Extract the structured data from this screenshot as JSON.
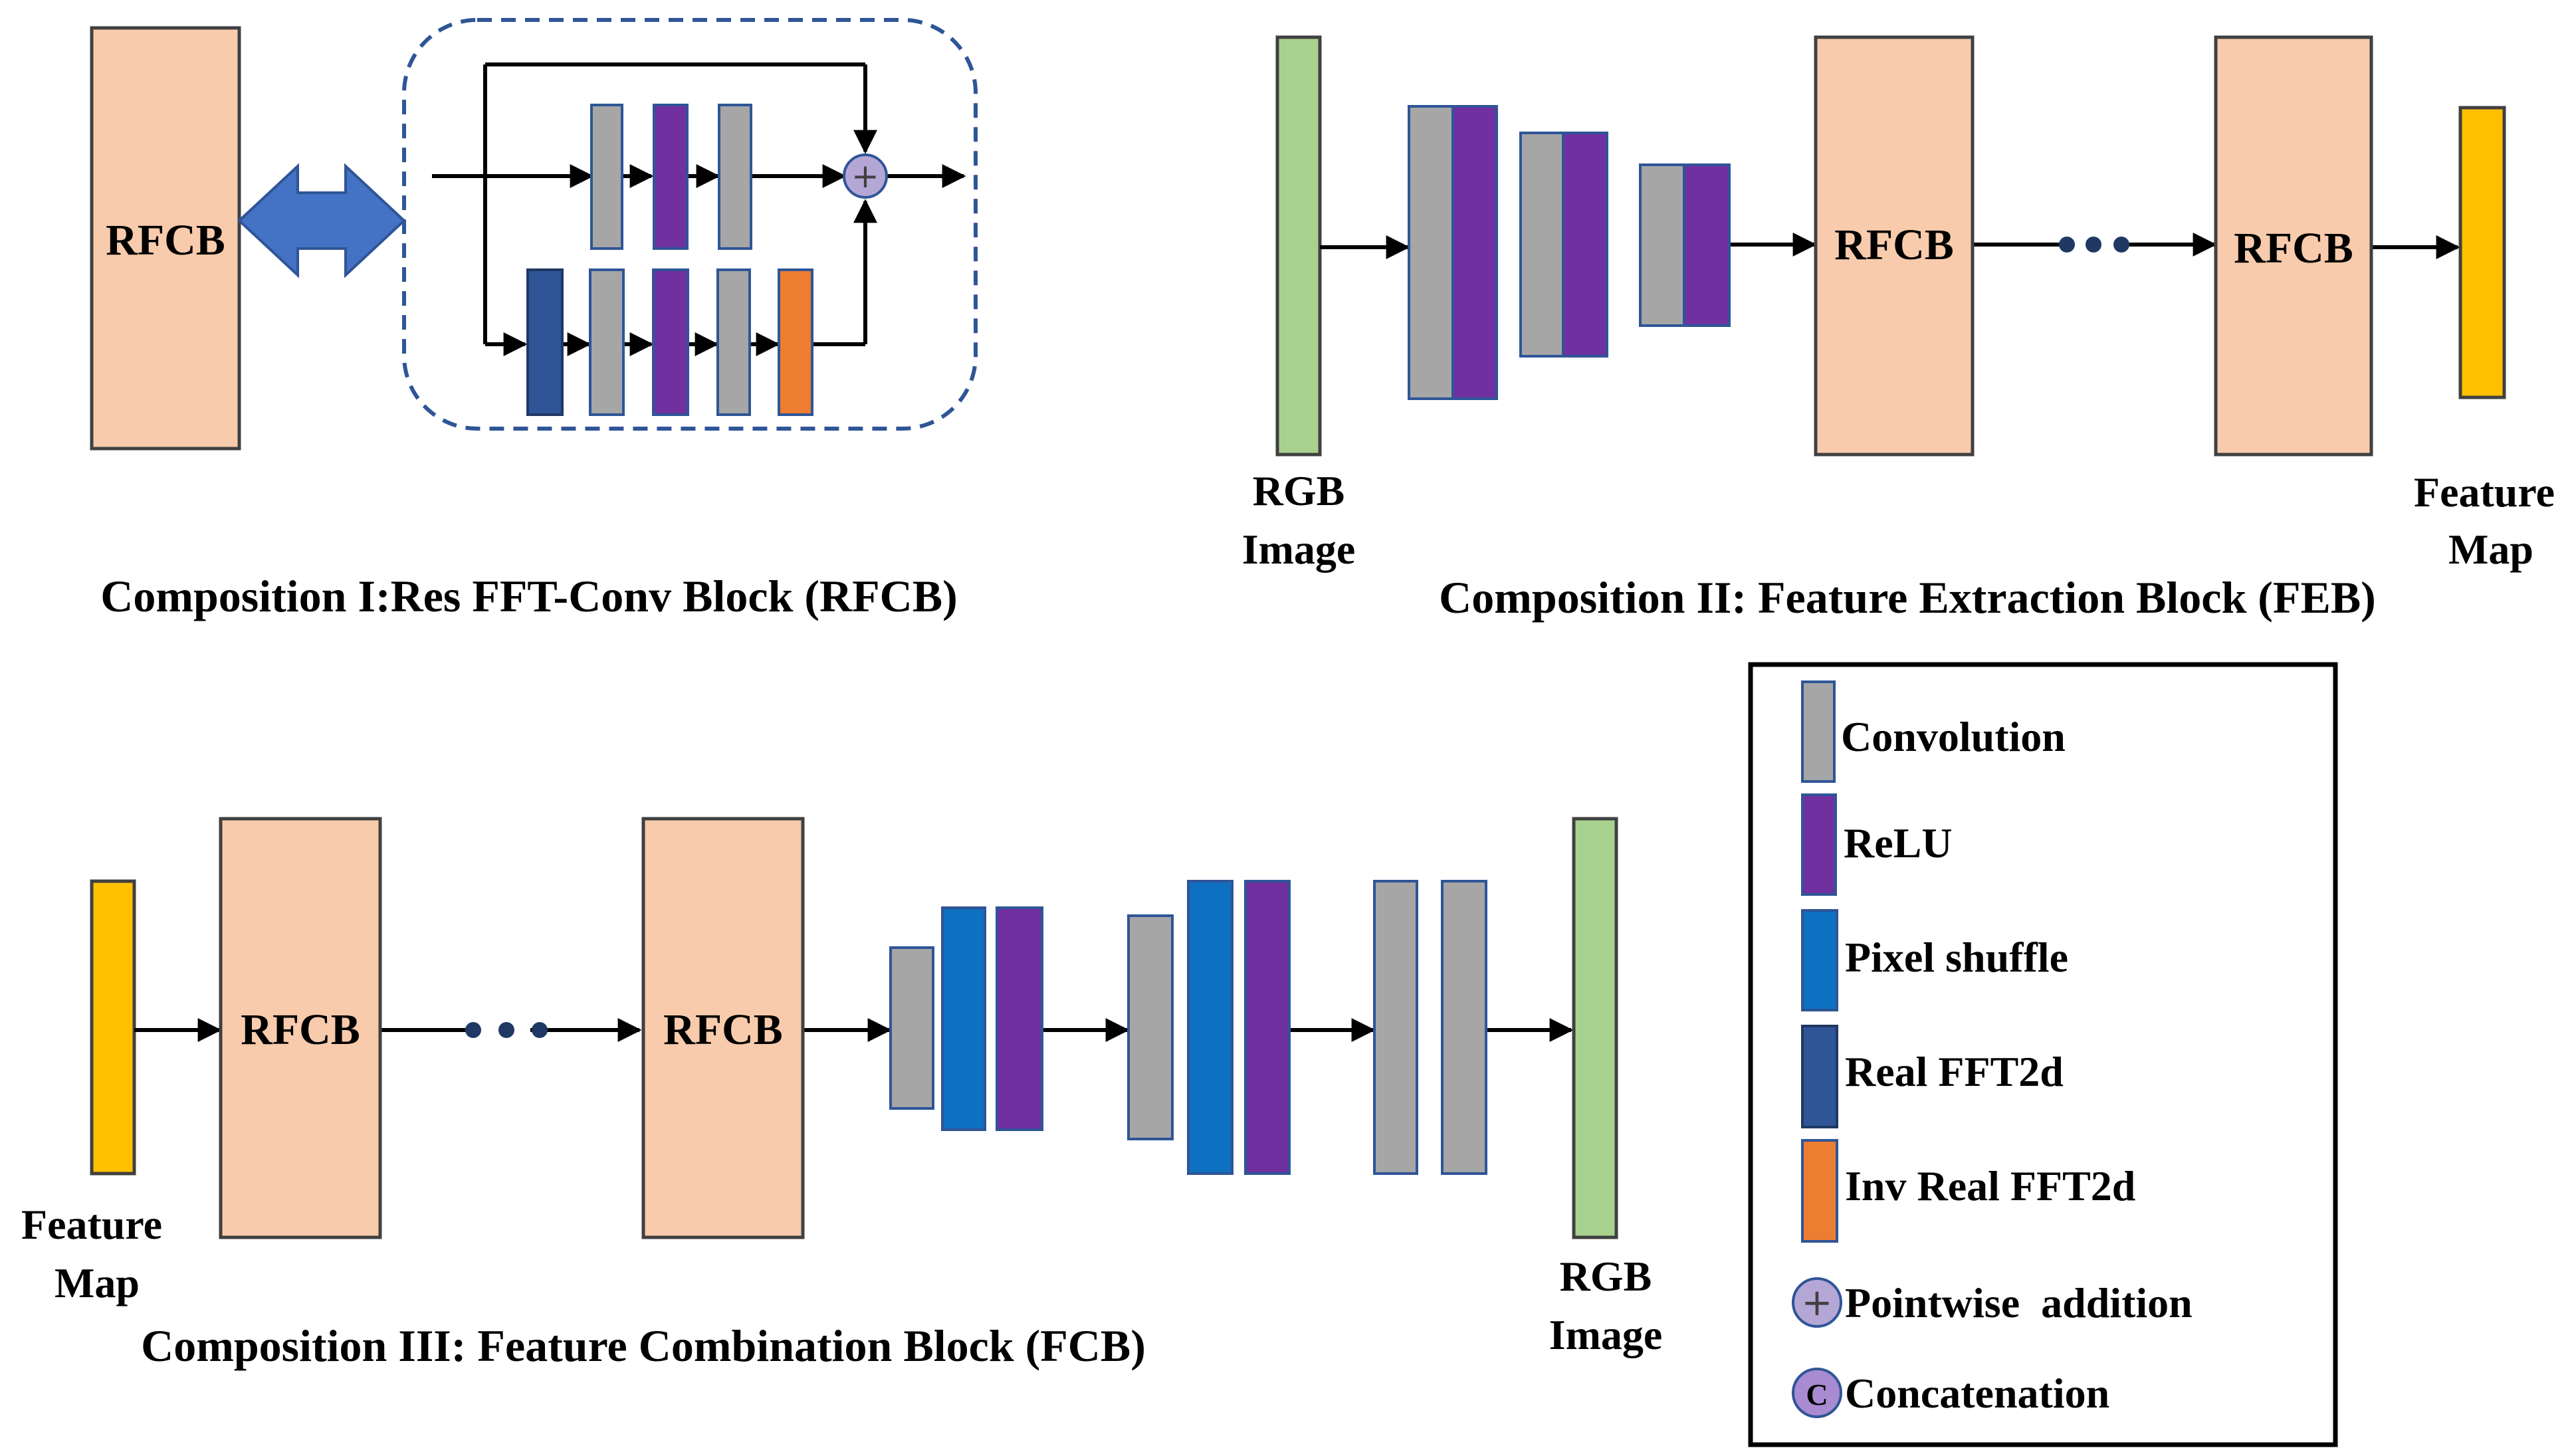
{
  "colors": {
    "rfcb_fill": "#F7CBAC",
    "conv": "#A6A6A6",
    "relu": "#7030A0",
    "pixel_shuffle": "#0E70C0",
    "real_fft": "#2F5597",
    "inv_real_fft": "#ED7D31",
    "rgb": "#A9D18E",
    "feature_map": "#FFC000",
    "double_arrow": "#4472C4",
    "dashed_border": "#2F5597",
    "pointwise_add": "#B4A7D6"
  },
  "composition1": {
    "rfcb_label": "RFCB",
    "caption": "Composition I:Res  FFT-Conv Block (RFCB)",
    "add_symbol": "+"
  },
  "composition2": {
    "input_label_1": "RGB",
    "input_label_2": "Image",
    "rfcb_1": "RFCB",
    "rfcb_2": "RFCB",
    "output_label_1": "Feature",
    "output_label_2": "Map",
    "caption": "Composition II: Feature Extraction Block (FEB)"
  },
  "composition3": {
    "input_label_1": "Feature",
    "input_label_2": "Map",
    "rfcb_1": "RFCB",
    "rfcb_2": "RFCB",
    "output_label_1": "RGB",
    "output_label_2": "Image",
    "caption": "Composition III: Feature Combination Block (FCB)"
  },
  "legend": {
    "items": [
      {
        "label": "Convolution",
        "icon": "convolution-swatch"
      },
      {
        "label": "ReLU",
        "icon": "relu-swatch"
      },
      {
        "label": "Pixel shuffle",
        "icon": "pixel-shuffle-swatch"
      },
      {
        "label": "Real FFT2d",
        "icon": "real-fft-swatch"
      },
      {
        "label": "Inv Real FFT2d",
        "icon": "inv-real-fft-swatch"
      },
      {
        "label": "Pointwise  addition",
        "icon": "pointwise-addition-icon"
      },
      {
        "label": "Concatenation",
        "icon": "concatenation-icon"
      }
    ],
    "add_symbol": "+",
    "concat_symbol": "C"
  }
}
